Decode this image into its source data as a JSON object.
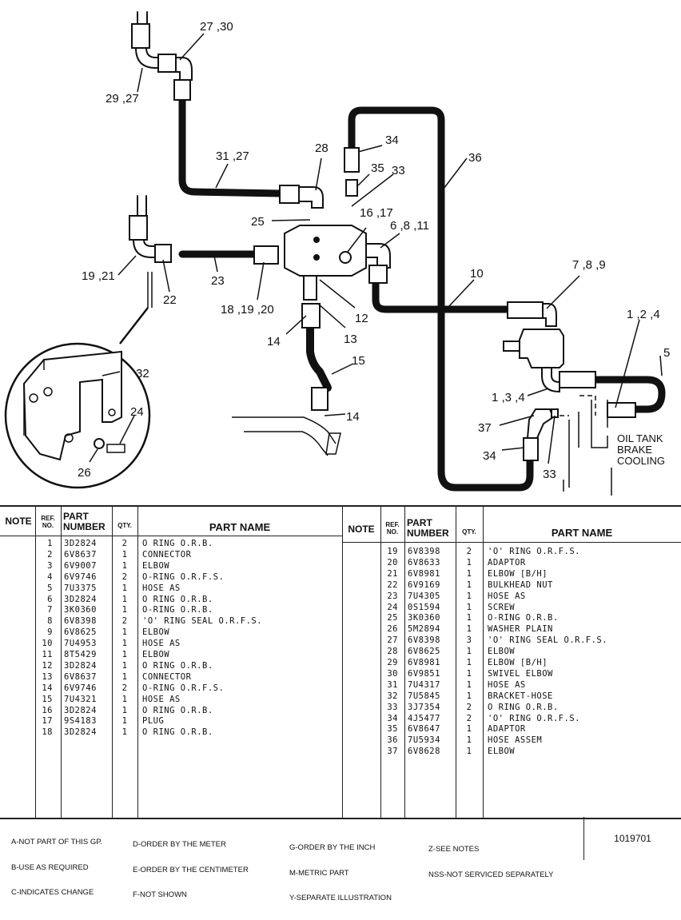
{
  "diagram": {
    "callouts": [
      {
        "id": "c-27-30",
        "text": "27 ,30"
      },
      {
        "id": "c-29-27",
        "text": "29 ,27"
      },
      {
        "id": "c-31-27",
        "text": "31 ,27"
      },
      {
        "id": "c-28",
        "text": "28"
      },
      {
        "id": "c-34a",
        "text": "34"
      },
      {
        "id": "c-35",
        "text": "35"
      },
      {
        "id": "c-33a",
        "text": "33"
      },
      {
        "id": "c-36",
        "text": "36"
      },
      {
        "id": "c-25",
        "text": "25"
      },
      {
        "id": "c-16-17",
        "text": "16 ,17"
      },
      {
        "id": "c-6-8-11",
        "text": "6 ,8 ,11"
      },
      {
        "id": "c-19-21",
        "text": "19 ,21"
      },
      {
        "id": "c-22",
        "text": "22"
      },
      {
        "id": "c-23",
        "text": "23"
      },
      {
        "id": "c-18-19-20",
        "text": "18 ,19 ,20"
      },
      {
        "id": "c-10",
        "text": "10"
      },
      {
        "id": "c-7-8-9",
        "text": "7 ,8 ,9"
      },
      {
        "id": "c-12",
        "text": "12"
      },
      {
        "id": "c-14a",
        "text": "14"
      },
      {
        "id": "c-13",
        "text": "13"
      },
      {
        "id": "c-1-2-4",
        "text": "1 ,2 ,4"
      },
      {
        "id": "c-15",
        "text": "15"
      },
      {
        "id": "c-5",
        "text": "5"
      },
      {
        "id": "c-1-3-4",
        "text": "1 ,3 ,4"
      },
      {
        "id": "c-14b",
        "text": "14"
      },
      {
        "id": "c-32",
        "text": "32"
      },
      {
        "id": "c-24",
        "text": "24"
      },
      {
        "id": "c-37",
        "text": "37"
      },
      {
        "id": "c-34b",
        "text": "34"
      },
      {
        "id": "c-33b",
        "text": "33"
      },
      {
        "id": "c-26",
        "text": "26"
      }
    ],
    "oil_tank_label": [
      "OIL TANK",
      "BRAKE",
      "COOLING"
    ]
  },
  "table": {
    "headers": {
      "note": "NOTE",
      "ref_no": [
        "REF.",
        "NO."
      ],
      "part_number": [
        "PART",
        "NUMBER"
      ],
      "qty": "QTY.",
      "part_name": "PART NAME"
    },
    "left_rows": [
      {
        "ref": "1",
        "part": "3D2824",
        "qty": "2",
        "name": "O RING O.R.B."
      },
      {
        "ref": "2",
        "part": "6V8637",
        "qty": "1",
        "name": "CONNECTOR"
      },
      {
        "ref": "3",
        "part": "6V9007",
        "qty": "1",
        "name": "ELBOW"
      },
      {
        "ref": "4",
        "part": "6V9746",
        "qty": "2",
        "name": "O-RING O.R.F.S."
      },
      {
        "ref": "5",
        "part": "7U3375",
        "qty": "1",
        "name": "HOSE AS"
      },
      {
        "ref": "6",
        "part": "3D2824",
        "qty": "1",
        "name": "O RING O.R.B."
      },
      {
        "ref": "7",
        "part": "3K0360",
        "qty": "1",
        "name": "O-RING O.R.B."
      },
      {
        "ref": "8",
        "part": "6V8398",
        "qty": "2",
        "name": "'O' RING SEAL O.R.F.S."
      },
      {
        "ref": "9",
        "part": "6V8625",
        "qty": "1",
        "name": "ELBOW"
      },
      {
        "ref": "10",
        "part": "7U4953",
        "qty": "1",
        "name": "HOSE AS"
      },
      {
        "ref": "11",
        "part": "8T5429",
        "qty": "1",
        "name": "ELBOW"
      },
      {
        "ref": "12",
        "part": "3D2824",
        "qty": "1",
        "name": "O RING O.R.B."
      },
      {
        "ref": "13",
        "part": "6V8637",
        "qty": "1",
        "name": "CONNECTOR"
      },
      {
        "ref": "14",
        "part": "6V9746",
        "qty": "2",
        "name": "O-RING O.R.F.S."
      },
      {
        "ref": "15",
        "part": "7U4321",
        "qty": "1",
        "name": "HOSE AS"
      },
      {
        "ref": "16",
        "part": "3D2824",
        "qty": "1",
        "name": "O RING O.R.B."
      },
      {
        "ref": "17",
        "part": "9S4183",
        "qty": "1",
        "name": "PLUG"
      },
      {
        "ref": "18",
        "part": "3D2824",
        "qty": "1",
        "name": "O RING O.R.B."
      }
    ],
    "right_rows": [
      {
        "ref": "19",
        "part": "6V8398",
        "qty": "2",
        "name": "'O' RING O.R.F.S."
      },
      {
        "ref": "20",
        "part": "6V8633",
        "qty": "1",
        "name": "ADAPTOR"
      },
      {
        "ref": "21",
        "part": "6V8981",
        "qty": "1",
        "name": "ELBOW [B/H]"
      },
      {
        "ref": "22",
        "part": "6V9169",
        "qty": "1",
        "name": "BULKHEAD NUT"
      },
      {
        "ref": "23",
        "part": "7U4305",
        "qty": "1",
        "name": "HOSE AS"
      },
      {
        "ref": "24",
        "part": "0S1594",
        "qty": "1",
        "name": "SCREW"
      },
      {
        "ref": "25",
        "part": "3K0360",
        "qty": "1",
        "name": "O-RING O.R.B."
      },
      {
        "ref": "26",
        "part": "5M2894",
        "qty": "1",
        "name": "WASHER PLAIN"
      },
      {
        "ref": "27",
        "part": "6V8398",
        "qty": "3",
        "name": "'O' RING SEAL O.R.F.S."
      },
      {
        "ref": "28",
        "part": "6V8625",
        "qty": "1",
        "name": "ELBOW"
      },
      {
        "ref": "29",
        "part": "6V8981",
        "qty": "1",
        "name": "ELBOW [B/H]"
      },
      {
        "ref": "30",
        "part": "6V9851",
        "qty": "1",
        "name": "SWIVEL ELBOW"
      },
      {
        "ref": "31",
        "part": "7U4317",
        "qty": "1",
        "name": "HOSE AS"
      },
      {
        "ref": "32",
        "part": "7U5845",
        "qty": "1",
        "name": "BRACKET-HOSE"
      },
      {
        "ref": "33",
        "part": "3J7354",
        "qty": "2",
        "name": "O RING O.R.B."
      },
      {
        "ref": "34",
        "part": "4J5477",
        "qty": "2",
        "name": "'O' RING O.R.F.S."
      },
      {
        "ref": "35",
        "part": "6V8647",
        "qty": "1",
        "name": "ADAPTOR"
      },
      {
        "ref": "36",
        "part": "7U5934",
        "qty": "1",
        "name": "HOSE ASSEM"
      },
      {
        "ref": "37",
        "part": "6V8628",
        "qty": "1",
        "name": "ELBOW"
      }
    ]
  },
  "legend": {
    "col1": [
      "A-NOT PART OF THIS GP.",
      "B-USE AS REQUIRED",
      "C-INDICATES CHANGE"
    ],
    "col2": [
      "D-ORDER BY THE METER",
      "E-ORDER BY THE CENTIMETER",
      "F-NOT SHOWN"
    ],
    "col3": [
      "G-ORDER BY THE INCH",
      "M-METRIC PART",
      "Y-SEPARATE ILLUSTRATION"
    ],
    "col4": [
      "Z-SEE NOTES",
      "NSS-NOT SERVICED SEPARATELY"
    ],
    "drawing_number": "1019701"
  }
}
